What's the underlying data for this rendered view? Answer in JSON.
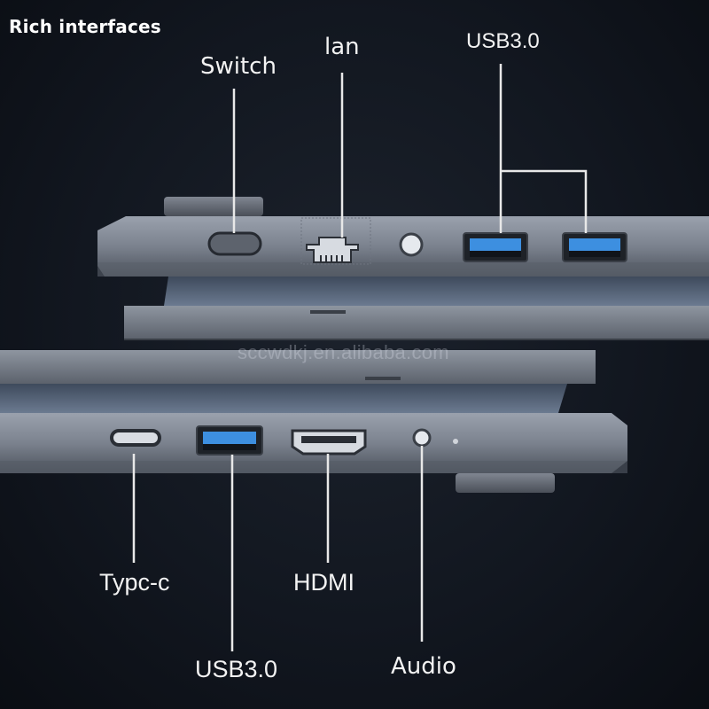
{
  "title": "Rich interfaces",
  "watermark": "sccwdkj.en.alibaba.com",
  "top_labels": {
    "switch": "Switch",
    "lan": "lan",
    "usb": "USB3.0"
  },
  "bottom_labels": {
    "typec": "Typc-c",
    "hdmi": "HDMI",
    "usb": "USB3.0",
    "audio": "Audio"
  },
  "colors": {
    "usb_blue": "#3d8fe0",
    "label_text": "#f2f2f2",
    "background": "#121720"
  }
}
